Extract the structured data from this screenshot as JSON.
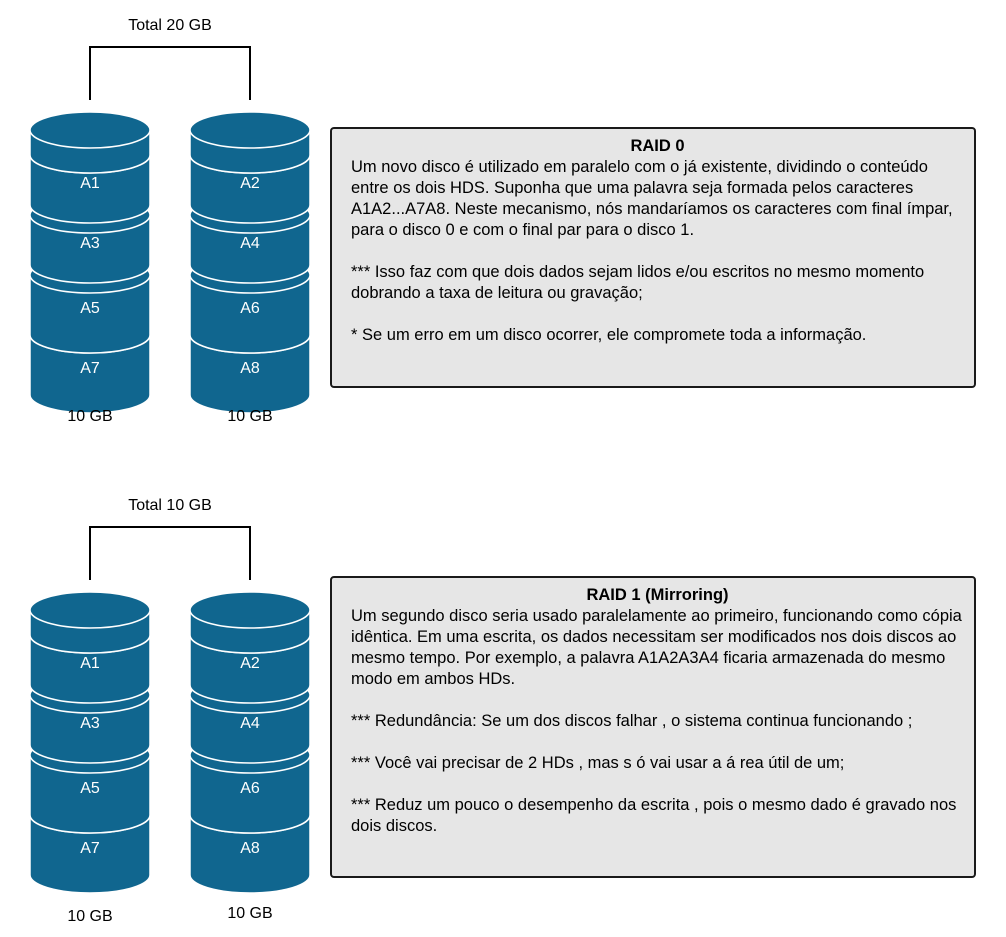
{
  "colors": {
    "disk_fill": "#10668f",
    "disk_edge": "#ffffff",
    "text_on_disk": "#ffffff",
    "box_fill": "#e6e6e6",
    "box_border": "#1a1a1a"
  },
  "sections": [
    {
      "total_label": "Total 20 GB",
      "disks": [
        {
          "segments": [
            "A1",
            "A3",
            "A5",
            "A7"
          ],
          "size": "10 GB"
        },
        {
          "segments": [
            "A2",
            "A4",
            "A6",
            "A8"
          ],
          "size": "10 GB"
        }
      ],
      "box": {
        "title": "RAID 0",
        "paragraphs": [
          "Um novo disco é utilizado em paralelo com o já existente, dividindo o conteúdo entre os dois HDS. Suponha que uma palavra seja formada pelos caracteres A1A2...A7A8. Neste mecanismo, nós mandaríamos os caracteres com final ímpar, para o disco 0 e com o final par para o disco 1.",
          "*** Isso faz com que dois dados sejam lidos e/ou escritos no mesmo momento dobrando a taxa de leitura ou gravação;",
          "* Se um erro em um disco ocorrer, ele compromete toda a informação."
        ]
      }
    },
    {
      "total_label": "Total 10 GB",
      "disks": [
        {
          "segments": [
            "A1",
            "A3",
            "A5",
            "A7"
          ],
          "size": "10 GB"
        },
        {
          "segments": [
            "A2",
            "A4",
            "A6",
            "A8"
          ],
          "size": "10 GB"
        }
      ],
      "box": {
        "title": "RAID 1 (Mirroring)",
        "paragraphs": [
          "Um segundo disco seria usado paralelamente ao primeiro, funcionando como cópia idêntica. Em uma escrita, os dados necessitam ser modificados nos dois discos ao mesmo tempo. Por exemplo, a palavra A1A2A3A4 ficaria armazenada do mesmo modo em ambos HDs.",
          "*** Redundância: Se um dos discos falhar , o sistema continua funcionando ;",
          "*** Você vai precisar de 2 HDs , mas s ó vai usar a á rea útil de um;",
          "*** Reduz um pouco o desempenho da escrita , pois o mesmo dado é gravado nos dois discos."
        ]
      }
    }
  ]
}
